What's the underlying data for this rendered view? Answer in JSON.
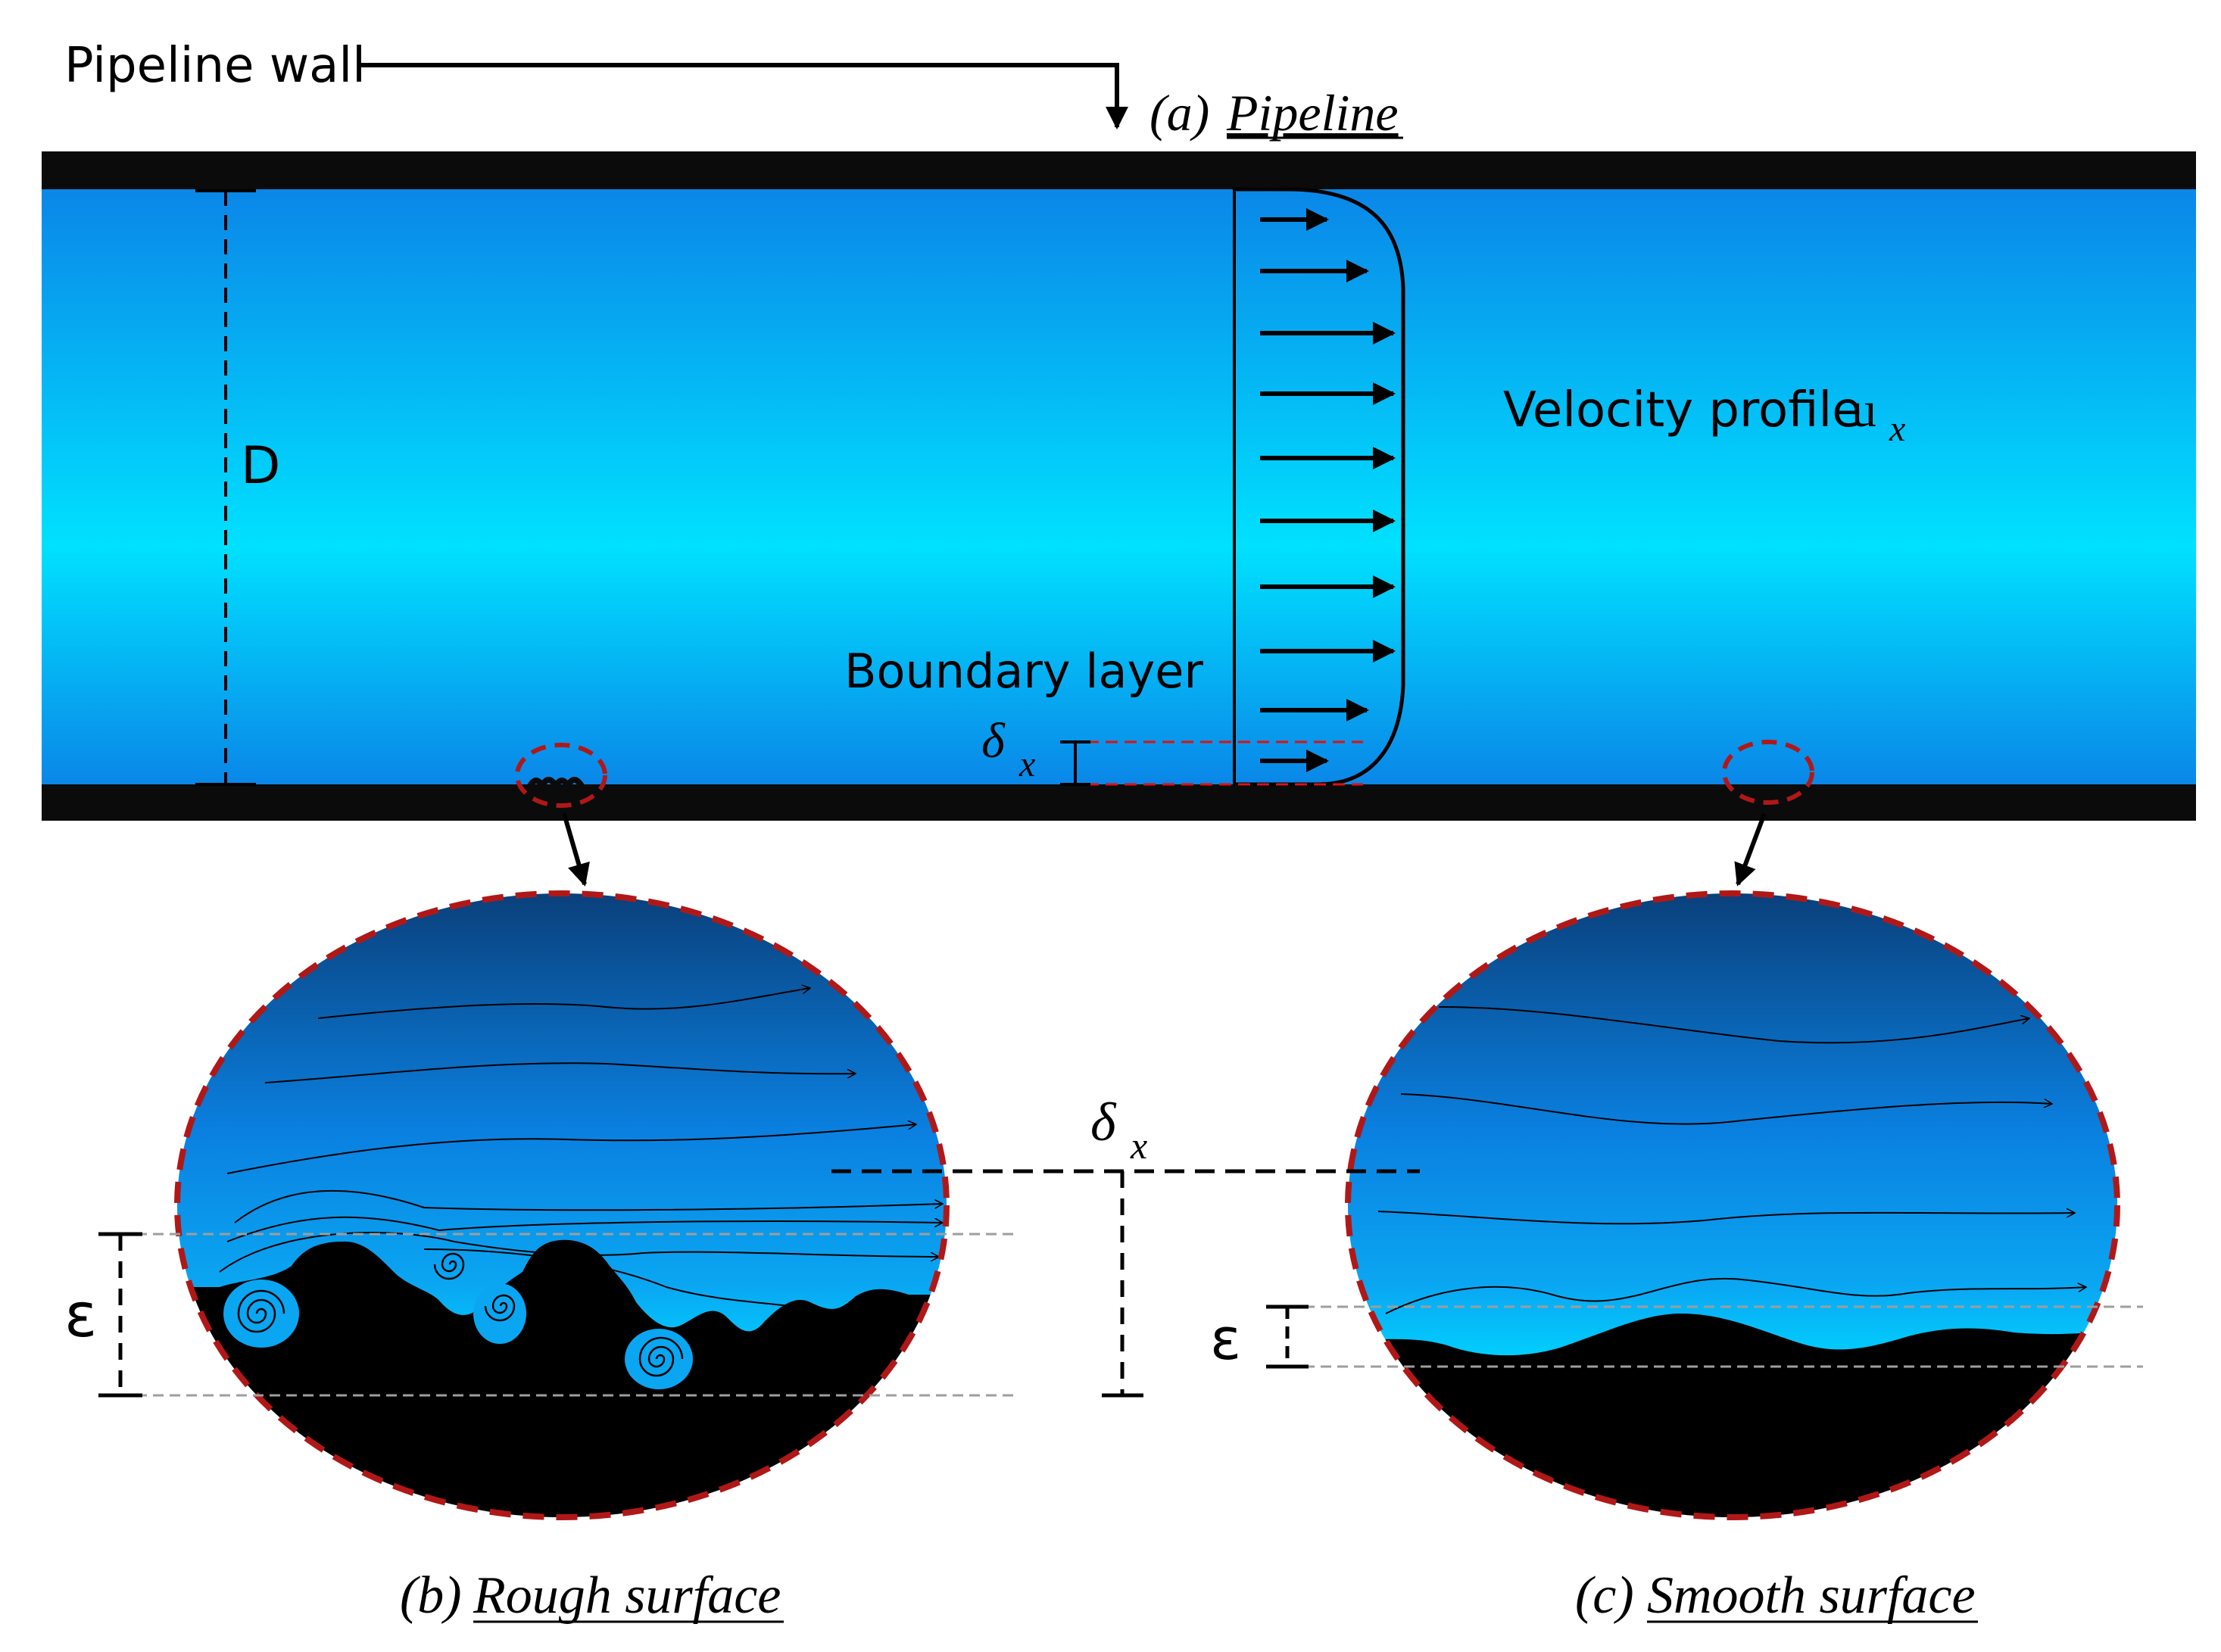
{
  "labels": {
    "pipeline_wall": "Pipeline wall",
    "panel_a_prefix": "(a)",
    "panel_a_title": "Pipeline",
    "diameter": "D",
    "velocity_profile": "Velocity profile",
    "velocity_symbol": "u",
    "velocity_subscript": "x",
    "boundary_layer": "Boundary layer",
    "delta_symbol": "δ",
    "delta_subscript": "x",
    "roughness_symbol": "ε",
    "panel_b_prefix": "(b)",
    "panel_b_title": "Rough surface",
    "panel_c_prefix": "(c)",
    "panel_c_title": "Smooth surface"
  },
  "colors": {
    "water_dark": "#0a3f7a",
    "water_mid": "#0a86e8",
    "water_light": "#00e1ff",
    "wall": "#0b0b0b",
    "highlight_dash": "#b01818",
    "reference_dash": "#9e9e9e"
  }
}
